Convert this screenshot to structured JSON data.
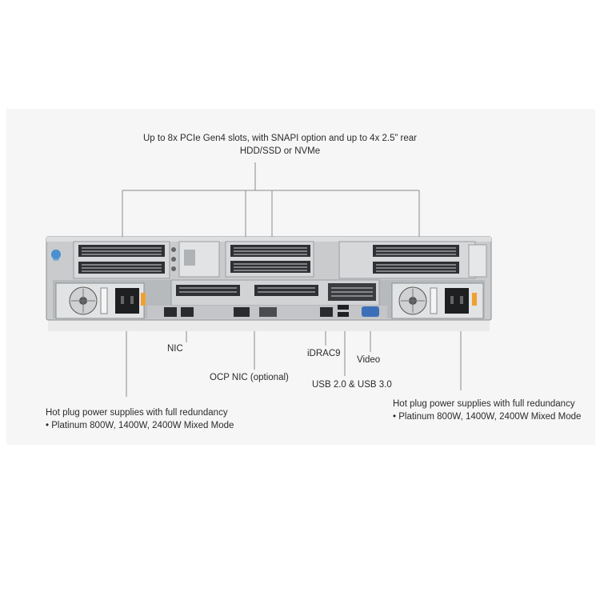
{
  "callouts": {
    "pcie": {
      "line1": "Up to 8x PCIe Gen4 slots, with SNAPI option and up to 4x 2.5” rear",
      "line2": "HDD/SSD or NVMe"
    },
    "nic": "NIC",
    "ocp_nic": "OCP NIC (optional)",
    "idrac": "iDRAC9",
    "video": "Video",
    "usb": "USB 2.0 & USB 3.0",
    "psu_left": {
      "title": "Hot plug power supplies with full redundancy",
      "detail": "• Platinum 800W, 1400W, 2400W Mixed Mode"
    },
    "psu_right": {
      "title": "Hot plug power supplies with full redundancy",
      "detail": "• Platinum 800W, 1400W, 2400W Mixed Mode"
    }
  },
  "colors": {
    "panel_bg": "#f6f6f6",
    "chassis": "#c9cbcd",
    "chassis_dark": "#2e3033",
    "accent_blue": "#4a8fd0",
    "leader": "#8a8a8a"
  },
  "icons": [
    "pull-tab-icon",
    "fan-icon",
    "power-socket-icon",
    "vga-port-icon",
    "usb-port-icon",
    "rj45-port-icon"
  ]
}
